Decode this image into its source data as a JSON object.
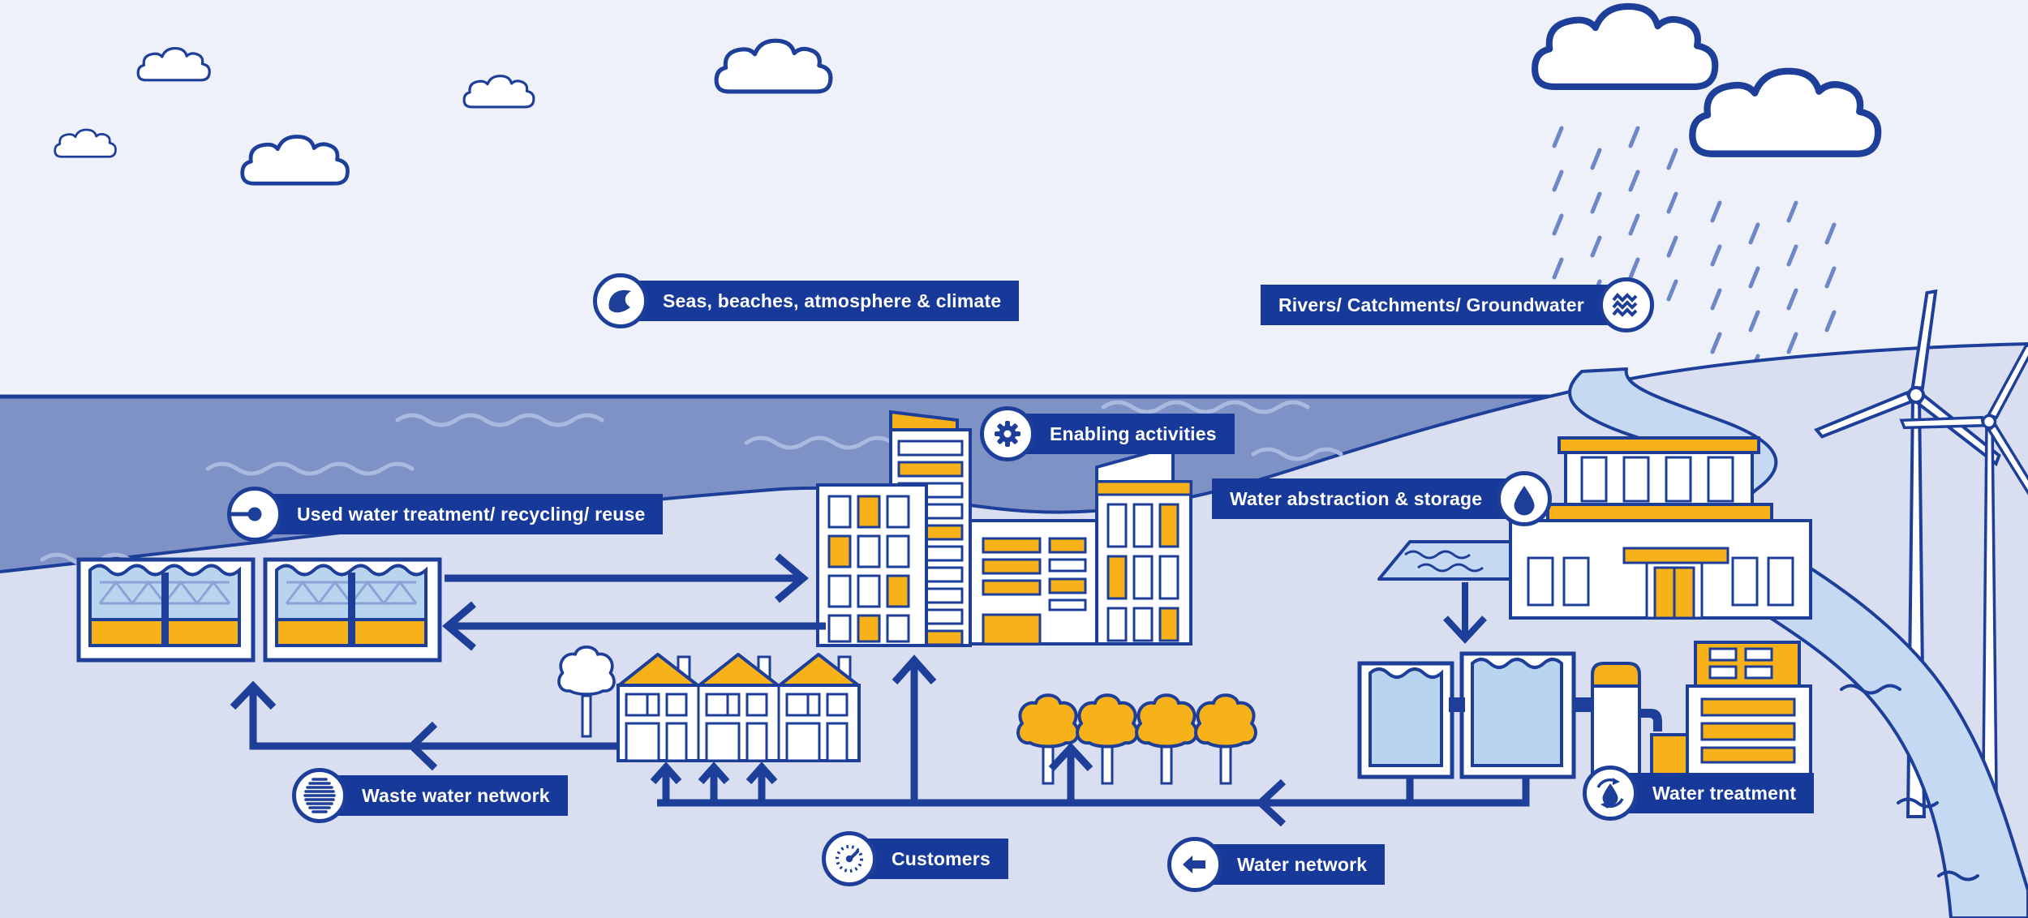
{
  "title": "Water cycle and water services infographic",
  "colors": {
    "navy": "#1d3f9a",
    "badge_bg": "#16399a",
    "orange": "#f7b119",
    "sky": "#eef1f9",
    "sea": "#7e92c6",
    "sea_wave": "#aab9de",
    "land": "#d9dff0",
    "tank_water": "#b9d4ef",
    "river": "#c5daf2",
    "rain": "#6e87c7"
  },
  "badges": [
    {
      "label": "Seas, beaches, atmosphere & climate",
      "icon": "wave-icon",
      "icon_side": "left"
    },
    {
      "label": "Rivers/ Catchments/ Groundwater",
      "icon": "groundwater-zigzag-icon",
      "icon_side": "right"
    },
    {
      "label": "Enabling activities",
      "icon": "gear-icon",
      "icon_side": "left"
    },
    {
      "label": "Used water treatment/ recycling/ reuse",
      "icon": "pipe-outfall-icon",
      "icon_side": "left"
    },
    {
      "label": "Water abstraction & storage",
      "icon": "droplet-icon",
      "icon_side": "right"
    },
    {
      "label": "Waste water network",
      "icon": "drain-grate-icon",
      "icon_side": "left"
    },
    {
      "label": "Customers",
      "icon": "water-meter-icon",
      "icon_side": "left"
    },
    {
      "label": "Water network",
      "icon": "left-arrow-icon",
      "icon_side": "left"
    },
    {
      "label": "Water treatment",
      "icon": "droplet-recycle-icon",
      "icon_side": "left"
    }
  ]
}
